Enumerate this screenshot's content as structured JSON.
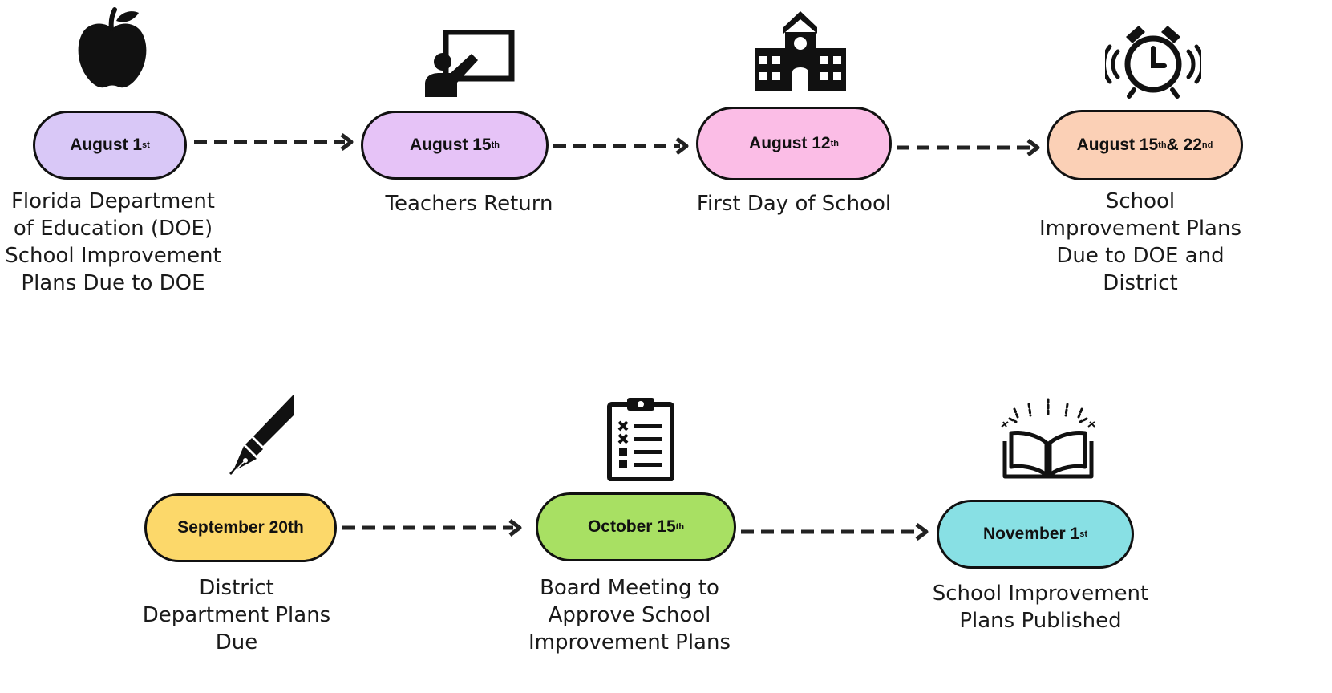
{
  "milestones": [
    {
      "date_main": "August 1",
      "date_suffix": "st",
      "description": "Florida Department of Education (DOE) School Improvement Plans Due to DOE",
      "color": "#d9c8f7",
      "icon": "apple-icon"
    },
    {
      "date_main": "August 15",
      "date_suffix": "th",
      "description": "Teachers Return",
      "color": "#e6c3f7",
      "icon": "teacher-board-icon"
    },
    {
      "date_main": "August 12",
      "date_suffix": "th",
      "description": "First Day of School",
      "color": "#fbbde6",
      "icon": "school-building-icon"
    },
    {
      "date_main": "August 15",
      "date_suffix": "th",
      "date_mid": " & 22",
      "date_suffix2": "nd",
      "description": "School Improvement Plans Due to DOE and District",
      "color": "#fbd0b6",
      "icon": "alarm-clock-icon"
    },
    {
      "date_main": "September 20th",
      "description": "District Department Plans Due",
      "color": "#fcd86a",
      "icon": "fountain-pen-icon"
    },
    {
      "date_main": "October 15",
      "date_suffix": "th",
      "description": "Board Meeting to Approve School Improvement Plans",
      "color": "#a8e063",
      "icon": "clipboard-checklist-icon"
    },
    {
      "date_main": "November 1",
      "date_suffix": "st",
      "description": "School Improvement Plans Published",
      "color": "#88e0e4",
      "icon": "open-book-icon"
    }
  ]
}
